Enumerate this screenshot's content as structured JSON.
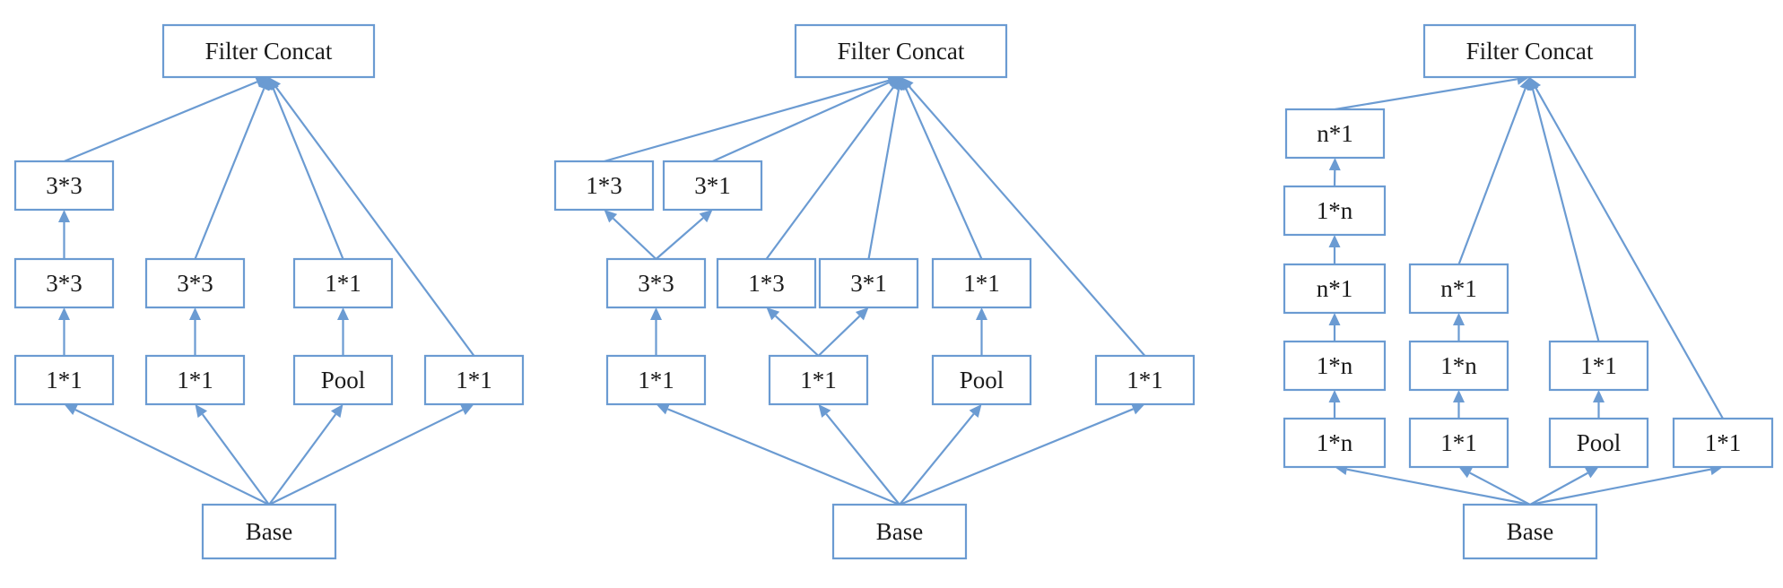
{
  "colors": {
    "stroke": "#6b9bd2",
    "text": "#1a1a1a",
    "background": "#ffffff"
  },
  "modules": [
    {
      "id": "module-a",
      "nodes": [
        {
          "id": "concat",
          "label": "Filter Concat"
        },
        {
          "id": "c33b",
          "label": "3*3"
        },
        {
          "id": "c33a",
          "label": "3*3"
        },
        {
          "id": "c11a",
          "label": "1*1"
        },
        {
          "id": "c33c",
          "label": "3*3"
        },
        {
          "id": "c11b",
          "label": "1*1"
        },
        {
          "id": "c11p",
          "label": "1*1"
        },
        {
          "id": "pool",
          "label": "Pool"
        },
        {
          "id": "c11d",
          "label": "1*1"
        },
        {
          "id": "base",
          "label": "Base"
        }
      ],
      "edges": [
        [
          "base",
          "c11a"
        ],
        [
          "base",
          "c11b"
        ],
        [
          "base",
          "pool"
        ],
        [
          "base",
          "c11d"
        ],
        [
          "c11a",
          "c33a"
        ],
        [
          "c33a",
          "c33b"
        ],
        [
          "c11b",
          "c33c"
        ],
        [
          "pool",
          "c11p"
        ],
        [
          "c33b",
          "concat"
        ],
        [
          "c33c",
          "concat"
        ],
        [
          "c11p",
          "concat"
        ],
        [
          "c11d",
          "concat"
        ]
      ]
    },
    {
      "id": "module-b",
      "nodes": [
        {
          "id": "concat",
          "label": "Filter Concat"
        },
        {
          "id": "c13a",
          "label": "1*3"
        },
        {
          "id": "c31a",
          "label": "3*1"
        },
        {
          "id": "c33",
          "label": "3*3"
        },
        {
          "id": "c13b",
          "label": "1*3"
        },
        {
          "id": "c31b",
          "label": "3*1"
        },
        {
          "id": "c11p",
          "label": "1*1"
        },
        {
          "id": "c11a",
          "label": "1*1"
        },
        {
          "id": "c11b",
          "label": "1*1"
        },
        {
          "id": "pool",
          "label": "Pool"
        },
        {
          "id": "c11d",
          "label": "1*1"
        },
        {
          "id": "base",
          "label": "Base"
        }
      ],
      "edges": [
        [
          "base",
          "c11a"
        ],
        [
          "base",
          "c11b"
        ],
        [
          "base",
          "pool"
        ],
        [
          "base",
          "c11d"
        ],
        [
          "c11a",
          "c33"
        ],
        [
          "c33",
          "c13a"
        ],
        [
          "c33",
          "c31a"
        ],
        [
          "c11b",
          "c13b"
        ],
        [
          "c11b",
          "c31b"
        ],
        [
          "pool",
          "c11p"
        ],
        [
          "c13a",
          "concat"
        ],
        [
          "c31a",
          "concat"
        ],
        [
          "c13b",
          "concat"
        ],
        [
          "c31b",
          "concat"
        ],
        [
          "c11p",
          "concat"
        ],
        [
          "c11d",
          "concat"
        ]
      ]
    },
    {
      "id": "module-c",
      "nodes": [
        {
          "id": "concat",
          "label": "Filter Concat"
        },
        {
          "id": "n1a",
          "label": "n*1"
        },
        {
          "id": "1na",
          "label": "1*n"
        },
        {
          "id": "n1b",
          "label": "n*1"
        },
        {
          "id": "1nb",
          "label": "1*n"
        },
        {
          "id": "1nc",
          "label": "1*n"
        },
        {
          "id": "n1c",
          "label": "n*1"
        },
        {
          "id": "1nd",
          "label": "1*n"
        },
        {
          "id": "c11b",
          "label": "1*1"
        },
        {
          "id": "c11p",
          "label": "1*1"
        },
        {
          "id": "pool",
          "label": "Pool"
        },
        {
          "id": "c11d",
          "label": "1*1"
        },
        {
          "id": "base",
          "label": "Base"
        }
      ],
      "edges": [
        [
          "base",
          "1nc"
        ],
        [
          "base",
          "c11b"
        ],
        [
          "base",
          "pool"
        ],
        [
          "base",
          "c11d"
        ],
        [
          "1nc",
          "1nb"
        ],
        [
          "1nb",
          "n1b"
        ],
        [
          "n1b",
          "1na"
        ],
        [
          "1na",
          "n1a"
        ],
        [
          "c11b",
          "1nd"
        ],
        [
          "1nd",
          "n1c"
        ],
        [
          "pool",
          "c11p"
        ],
        [
          "n1a",
          "concat"
        ],
        [
          "n1c",
          "concat"
        ],
        [
          "c11p",
          "concat"
        ],
        [
          "c11d",
          "concat"
        ]
      ]
    }
  ]
}
